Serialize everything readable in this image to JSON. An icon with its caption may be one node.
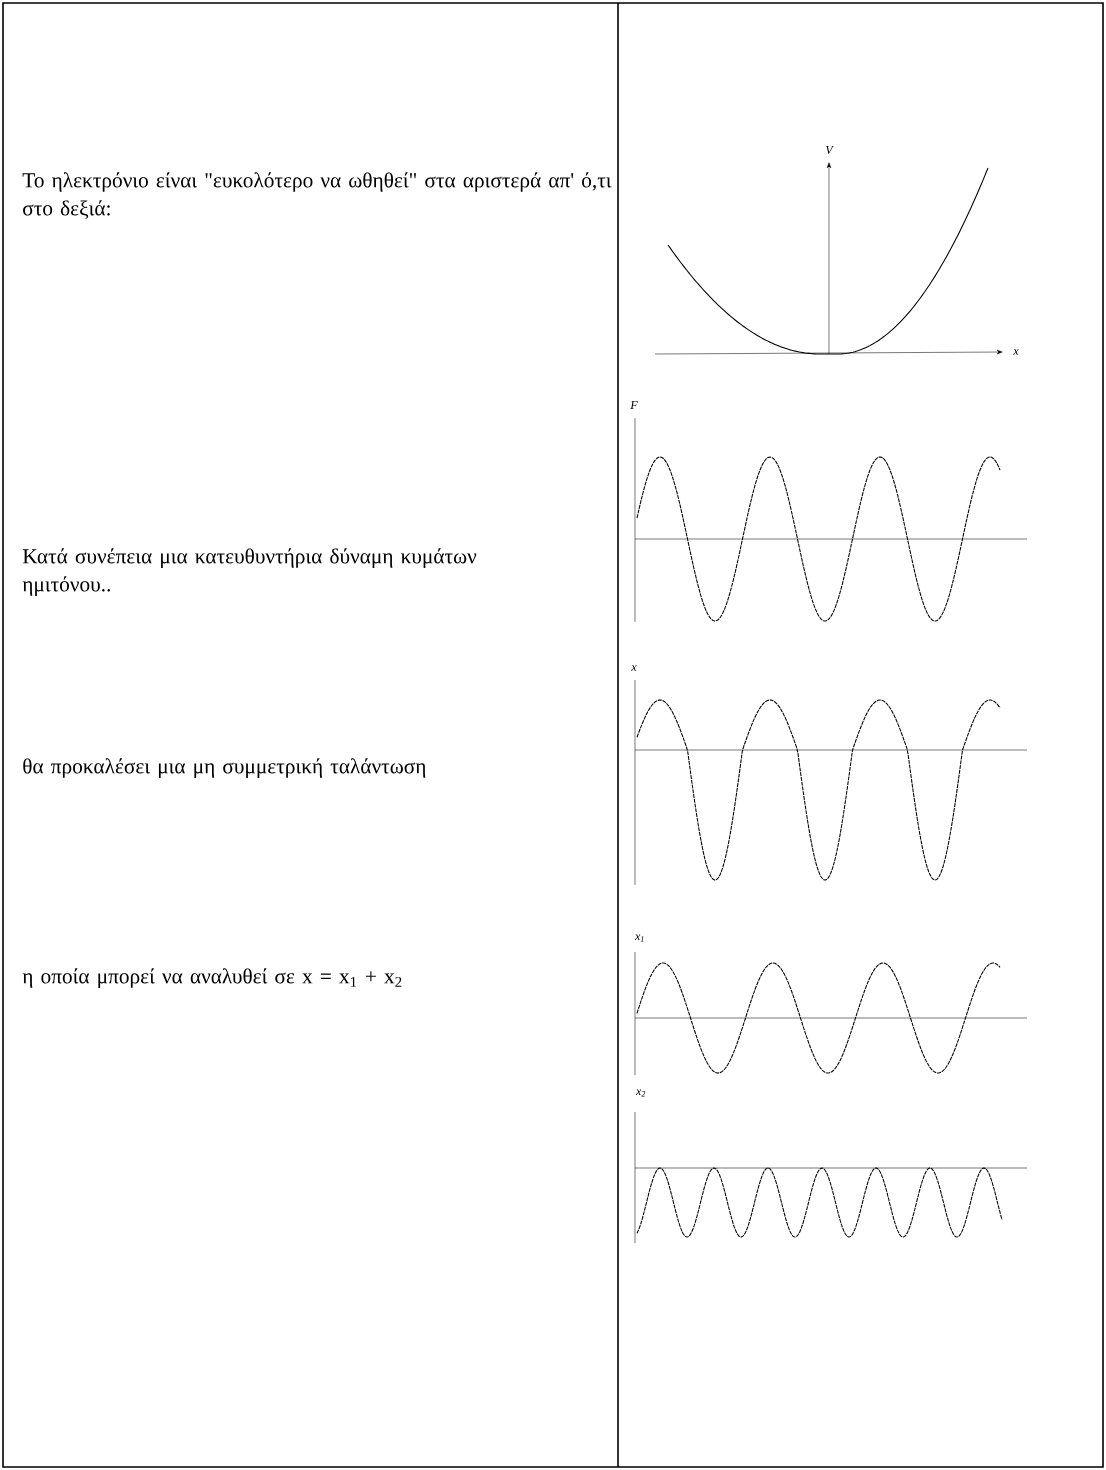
{
  "diagram": {
    "labels": [
      "Το ηλεκτρόνιο είναι \"ευκολότερο να ωθηθεί\" στα αριστερά απ' ό,τι στο δεξιά:",
      "Κατά συνέπεια μια κατευθυντήρια δύναμη κυμάτων ημιτόνου..",
      "θα προκαλέσει μια μη συμμετρική ταλάντωση",
      "η οποία μπορεί να αναλυθεί σε x = x$_{1}$ + x$_{2}$",
      "V",
      "x",
      "F",
      "x",
      "x$_{1}$",
      "x$_{2}$"
    ]
  }
}
